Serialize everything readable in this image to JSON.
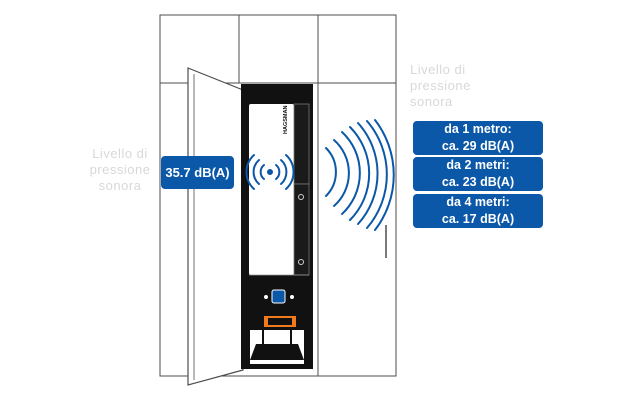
{
  "source_label": {
    "lines": [
      "Livello di",
      "pressione",
      "sonora"
    ]
  },
  "source_level": "35.7 dB(A)",
  "distance_label": {
    "lines": [
      "Livello di",
      "pressione",
      "sonora"
    ]
  },
  "distances": [
    {
      "distance": "da 1 metro:",
      "level": "ca. 29 dB(A)"
    },
    {
      "distance": "da 2 metri:",
      "level": "ca. 23 dB(A)"
    },
    {
      "distance": "da 4 metri:",
      "level": "ca. 17 dB(A)"
    }
  ],
  "device": {
    "brand": "HAGSMAN"
  },
  "colors": {
    "accent": "#0b57a8",
    "cabinet_line": "#4d4d4d",
    "device_dark": "#111111",
    "highlight": "#f07a1e",
    "muted_text": "#d8d8d8"
  },
  "icons": [
    "sound-signal-icon",
    "sound-waves-icon",
    "control-button-icon"
  ]
}
